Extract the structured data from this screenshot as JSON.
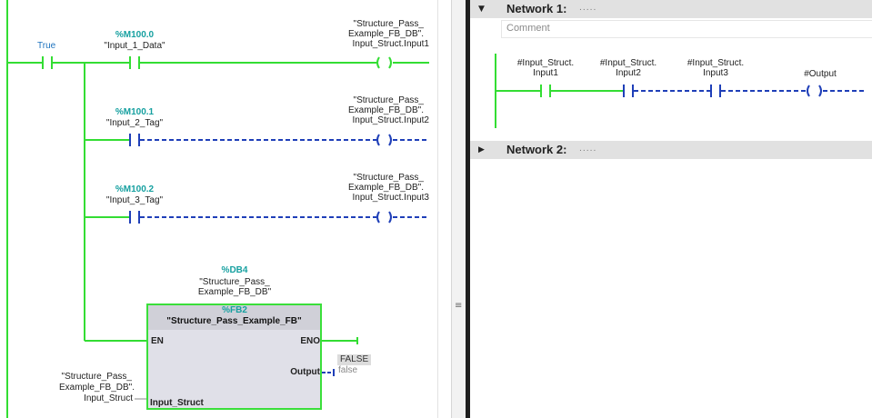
{
  "left_network": {
    "true_label": "True",
    "rung1": {
      "contact_addr": "%M100.0",
      "contact_name": "\"Input_1_Data\"",
      "coil_line1": "\"Structure_Pass_",
      "coil_line2": "Example_FB_DB\".",
      "coil_line3": "Input_Struct.Input1"
    },
    "rung2": {
      "contact_addr": "%M100.1",
      "contact_name": "\"Input_2_Tag\"",
      "coil_line1": "\"Structure_Pass_",
      "coil_line2": "Example_FB_DB\".",
      "coil_line3": "Input_Struct.Input2"
    },
    "rung3": {
      "contact_addr": "%M100.2",
      "contact_name": "\"Input_3_Tag\"",
      "coil_line1": "\"Structure_Pass_",
      "coil_line2": "Example_FB_DB\".",
      "coil_line3": "Input_Struct.Input3"
    },
    "fb_block": {
      "db_addr": "%DB4",
      "db_line1": "\"Structure_Pass_",
      "db_line2": "Example_FB_DB\"",
      "fb_addr": "%FB2",
      "fb_name": "\"Structure_Pass_Example_FB\"",
      "pin_en": "EN",
      "pin_eno": "ENO",
      "pin_output": "Output",
      "pin_input": "Input_Struct",
      "output_value": "FALSE",
      "output_value_live": "false",
      "input_line1": "\"Structure_Pass_",
      "input_line2": "Example_FB_DB\".",
      "input_line3": "Input_Struct"
    }
  },
  "right_editor": {
    "network1": {
      "title": "Network 1:",
      "dots": ".....",
      "comment_placeholder": "Comment",
      "contact1_line1": "#Input_Struct.",
      "contact1_line2": "Input1",
      "contact2_line1": "#Input_Struct.",
      "contact2_line2": "Input2",
      "contact3_line1": "#Input_Struct.",
      "contact3_line2": "Input3",
      "coil_label": "#Output"
    },
    "network2": {
      "title": "Network 2:",
      "dots": "....."
    }
  },
  "colors": {
    "energized": "#33dd33",
    "not_energized": "#1f3fb8",
    "address": "#16a0a0",
    "true_label": "#1e73be"
  }
}
